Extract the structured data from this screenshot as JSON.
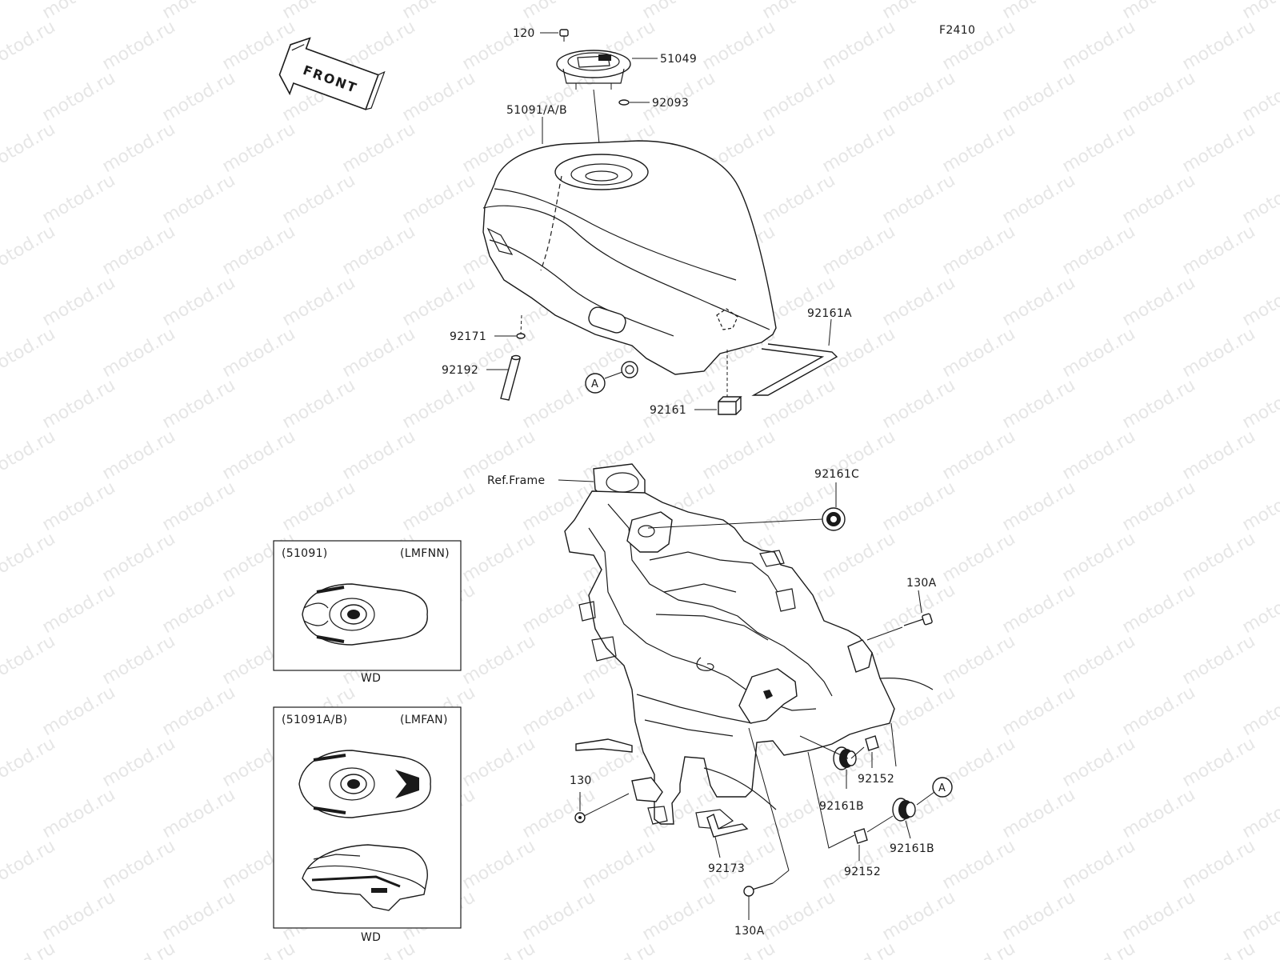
{
  "diagram_id": "F2410",
  "front_arrow_label": "FRONT",
  "watermark_text": "motod.ru",
  "ref_frame_label": "Ref.Frame",
  "callouts": {
    "c120": "120",
    "c51049": "51049",
    "c92093": "92093",
    "c51091ab": "51091/A/B",
    "c92161a": "92161A",
    "c92171": "92171",
    "c92192": "92192",
    "c92161": "92161",
    "c92161c": "92161C",
    "c130a_top": "130A",
    "c130": "130",
    "c92152_a": "92152",
    "c92161b_a": "92161B",
    "c92161b_b": "92161B",
    "c92152_b": "92152",
    "c92173": "92173",
    "c130a_bottom": "130A"
  },
  "ref_marker": "A",
  "variants": [
    {
      "part": "(51091)",
      "code": "(LMFNN)",
      "finish": "WD"
    },
    {
      "part": "(51091A/B)",
      "code": "(LMFAN)",
      "finish": "WD"
    }
  ]
}
